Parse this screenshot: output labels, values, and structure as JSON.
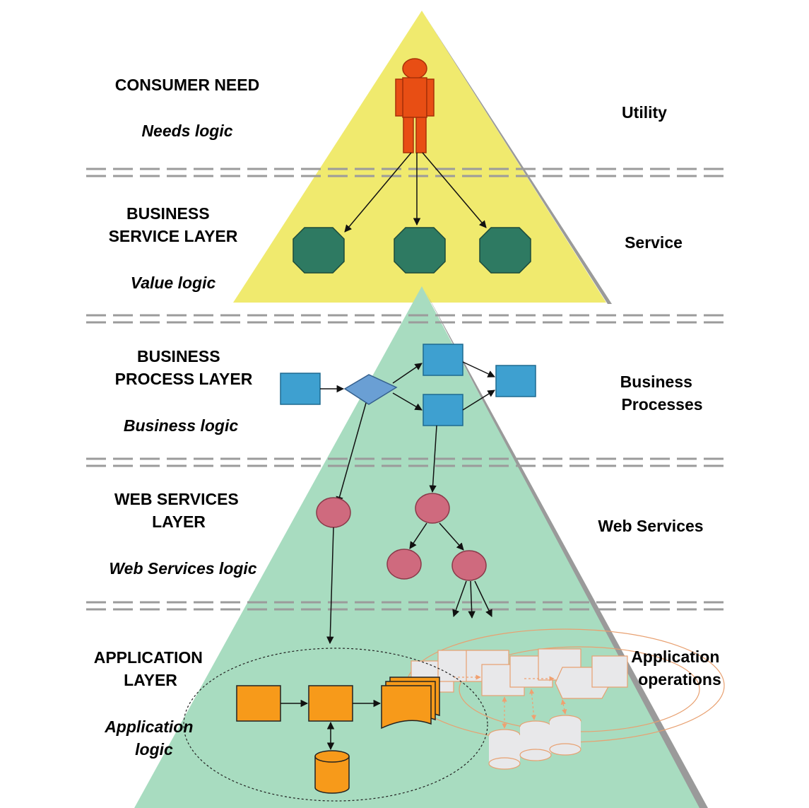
{
  "layers": [
    {
      "title_lines": [
        "CONSUMER NEED"
      ],
      "logic_lines": [
        "Needs logic"
      ],
      "right_lines": [
        "Utility"
      ]
    },
    {
      "title_lines": [
        "BUSINESS",
        "SERVICE LAYER"
      ],
      "logic_lines": [
        "Value logic"
      ],
      "right_lines": [
        "Service"
      ]
    },
    {
      "title_lines": [
        "BUSINESS",
        "PROCESS LAYER"
      ],
      "logic_lines": [
        "Business logic"
      ],
      "right_lines": [
        "Business",
        "Processes"
      ]
    },
    {
      "title_lines": [
        "WEB SERVICES",
        "LAYER"
      ],
      "logic_lines": [
        "Web Services logic"
      ],
      "right_lines": [
        "Web Services"
      ]
    },
    {
      "title_lines": [
        "APPLICATION",
        "LAYER"
      ],
      "logic_lines": [
        "Application",
        "logic"
      ],
      "right_lines": [
        "Application",
        "operations"
      ]
    }
  ],
  "colors": {
    "top_triangle": "#f0ea6e",
    "bottom_triangle": "#a8dcc0",
    "triangle_shadow": "#9a9a9a",
    "consumer_figure": "#e84e14",
    "service_octagon": "#2e7a62",
    "process_box": "#3ea0d0",
    "process_diamond": "#6a9fd4",
    "web_service_node": "#cf6a7e",
    "application_box": "#f79a1a",
    "dashed_separator": "#9b9b9b",
    "operations_outline": "#e8a070"
  }
}
